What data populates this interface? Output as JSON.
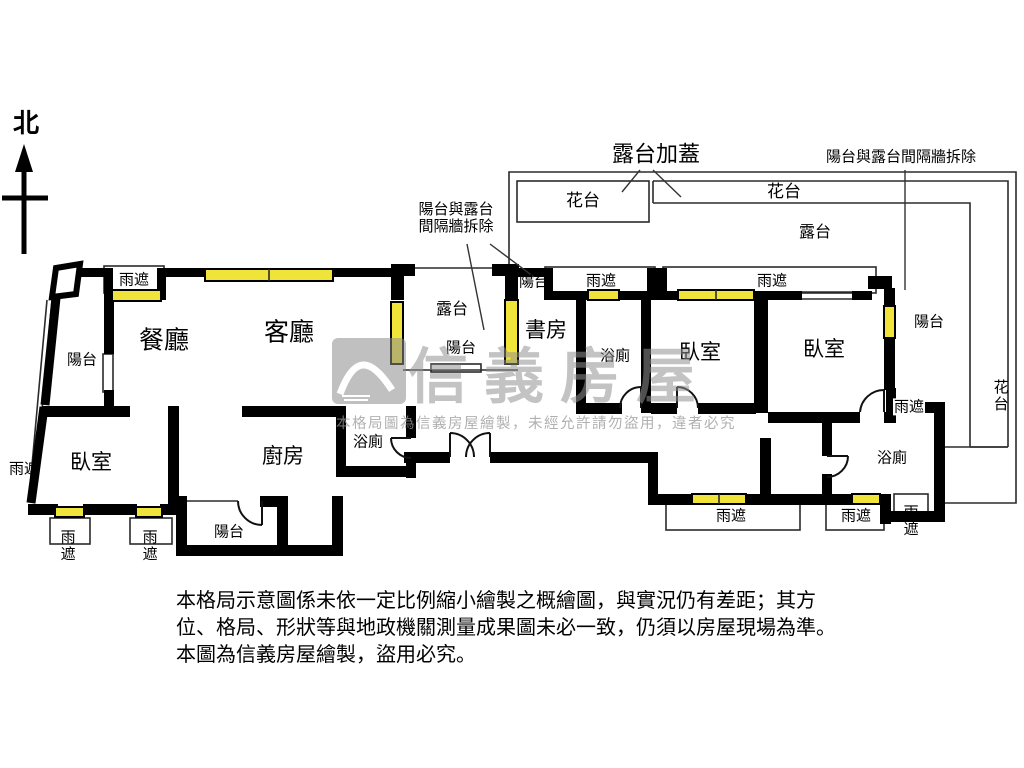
{
  "colors": {
    "wall": "#000000",
    "window": "#f0e33a",
    "thin_line": "#2b2b2b",
    "watermark_gray": "#919191"
  },
  "compass": {
    "north": "北"
  },
  "terms": {
    "dining": "餐廳",
    "living": "客廳",
    "study": "書房",
    "bedroom": "臥室",
    "kitchen": "廚房",
    "bath": "浴廁",
    "balcony": "陽台",
    "terrace": "露台",
    "flower_bed": "花台",
    "rain_cover": "雨遮"
  },
  "annotations": {
    "terrace_cover": "露台加蓋",
    "partition_removed": "陽台與露台間隔牆拆除",
    "partition_removed_l1": "陽台與露台",
    "partition_removed_l2": "間隔牆拆除"
  },
  "watermark": {
    "brand": "信義房屋",
    "notice": "本格局圖為信義房屋繪製，未經允許請勿盜用，違者必究"
  },
  "disclaimer": [
    "本格局示意圖係未依一定比例縮小繪製之概繪圖，與實況仍有差距；其方",
    "位、格局、形狀等與地政機關測量成果圖未必一致，仍須以房屋現場為準。",
    "本圖為信義房屋繪製，盜用必究。"
  ]
}
